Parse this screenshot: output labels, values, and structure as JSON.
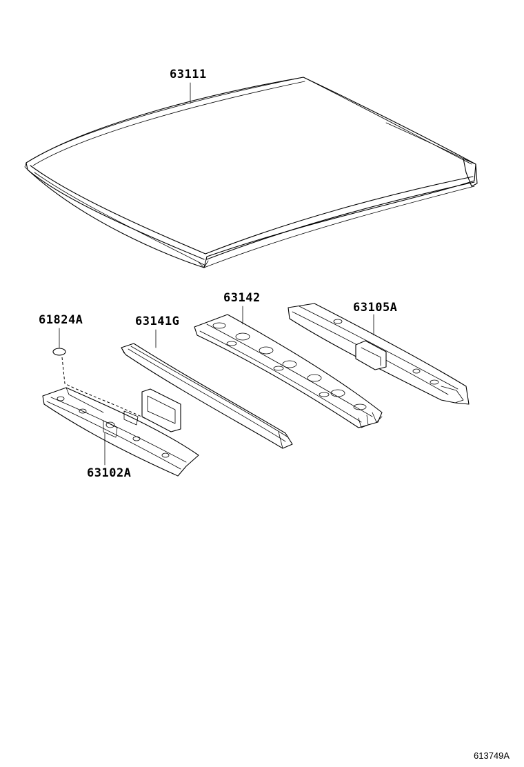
{
  "parts": [
    {
      "id": "roof-panel",
      "number": "63111"
    },
    {
      "id": "plug",
      "number": "61824A"
    },
    {
      "id": "roof-panel-reinforcement-front",
      "number": "63141G"
    },
    {
      "id": "roof-panel-reinforcement-center",
      "number": "63142"
    },
    {
      "id": "roof-panel-reinforcement-rear",
      "number": "63105A"
    },
    {
      "id": "windshield-header-panel",
      "number": "63102A"
    }
  ],
  "figure_ref": "613749A",
  "colors": {
    "line": "#000000",
    "background": "#ffffff"
  }
}
